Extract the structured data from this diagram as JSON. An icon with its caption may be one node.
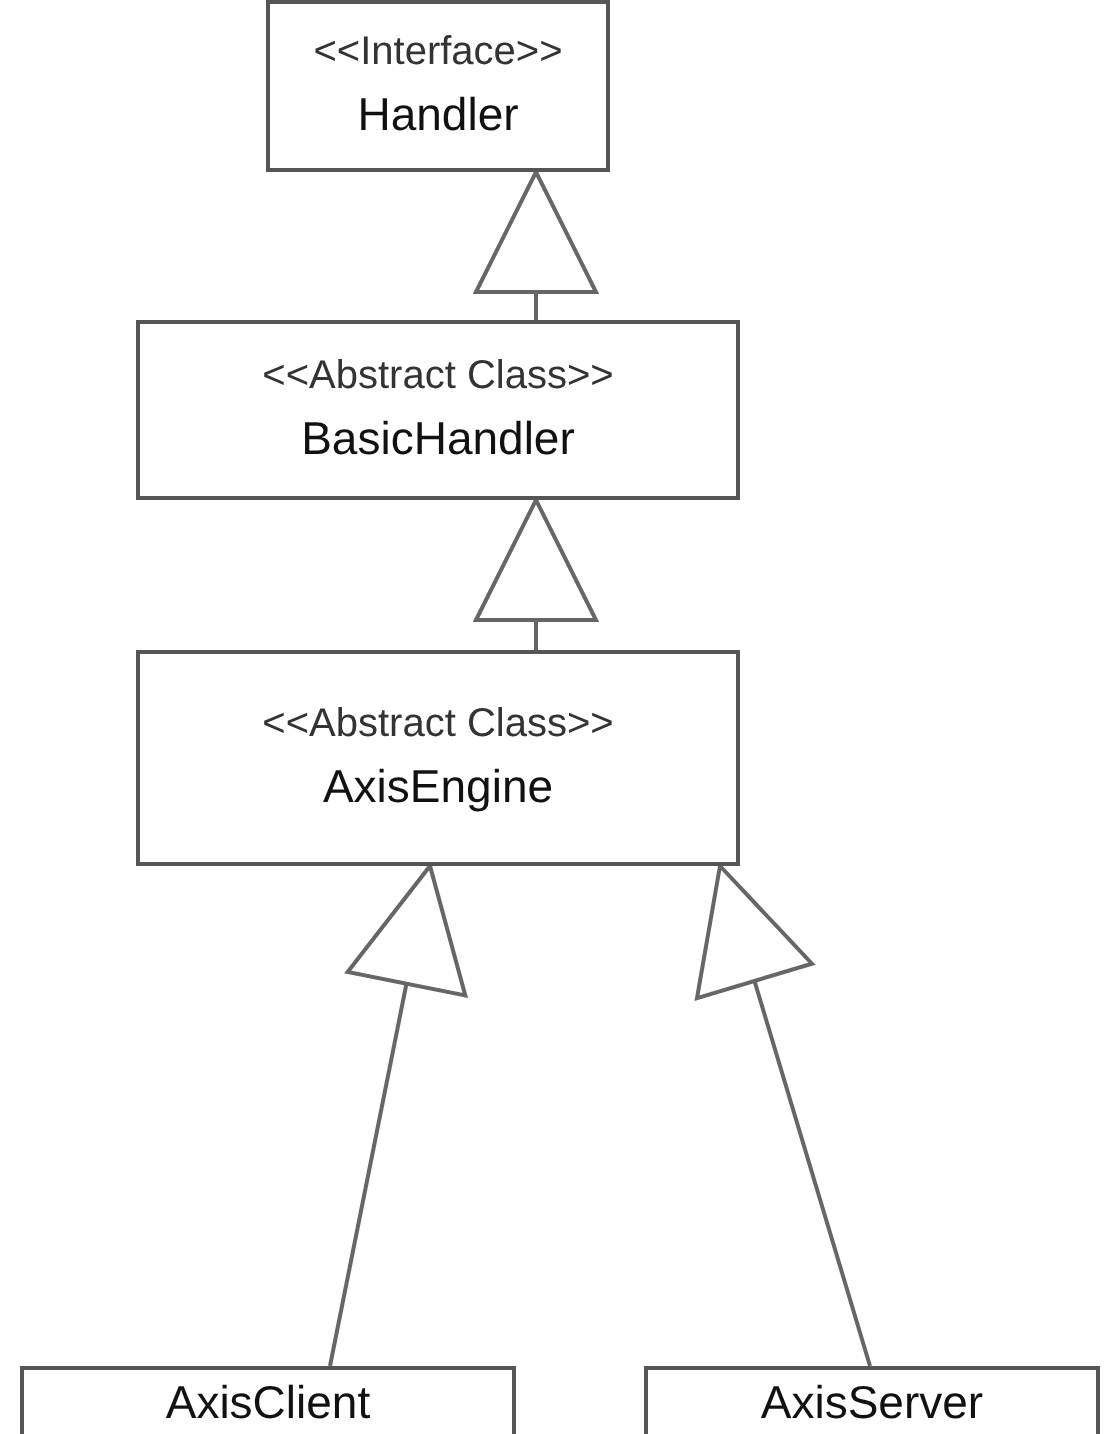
{
  "diagram": {
    "nodes": [
      {
        "text": [
          "<<Interface>>",
          "Handler"
        ]
      },
      {
        "text": [
          "<<Abstract Class>>",
          "BasicHandler"
        ]
      },
      {
        "text": [
          "<<Abstract Class>>",
          "AxisEngine"
        ]
      },
      {
        "text": [
          "AxisClient"
        ]
      },
      {
        "text": [
          "AxisServer"
        ]
      }
    ],
    "edges": [
      {
        "from": 1,
        "to": 0,
        "arrow": "to"
      },
      {
        "from": 2,
        "to": 1,
        "arrow": "to"
      },
      {
        "from": 3,
        "to": 2,
        "arrow": "to"
      },
      {
        "from": 4,
        "to": 2,
        "arrow": "to"
      }
    ]
  }
}
